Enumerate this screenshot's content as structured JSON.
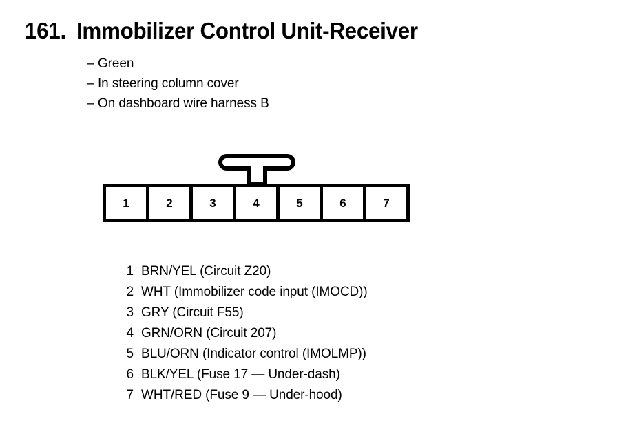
{
  "document": {
    "item_number": "161.",
    "title": "Immobilizer Control Unit-Receiver",
    "notes": [
      {
        "dash": "–",
        "label": "Green"
      },
      {
        "dash": "–",
        "label": "In steering column cover"
      },
      {
        "dash": "–",
        "label": "On dashboard wire harness B"
      }
    ],
    "connector": {
      "pin_count": 7,
      "pins": [
        {
          "number": "1"
        },
        {
          "number": "2"
        },
        {
          "number": "3"
        },
        {
          "number": "4"
        },
        {
          "number": "5"
        },
        {
          "number": "6"
        },
        {
          "number": "7"
        }
      ],
      "latch_over_pin": "4",
      "line_color": "#000000",
      "fill_color": "#ffffff"
    },
    "legend": [
      {
        "number": "1",
        "description": "BRN/YEL (Circuit Z20)"
      },
      {
        "number": "2",
        "description": "WHT (Immobilizer code input (IMOCD))"
      },
      {
        "number": "3",
        "description": "GRY (Circuit F55)"
      },
      {
        "number": "4",
        "description": "GRN/ORN (Circuit 207)"
      },
      {
        "number": "5",
        "description": "BLU/ORN (Indicator control (IMOLMP))"
      },
      {
        "number": "6",
        "description": "BLK/YEL (Fuse 17 — Under-dash)"
      },
      {
        "number": "7",
        "description": "WHT/RED (Fuse 9 — Under-hood)"
      }
    ]
  }
}
